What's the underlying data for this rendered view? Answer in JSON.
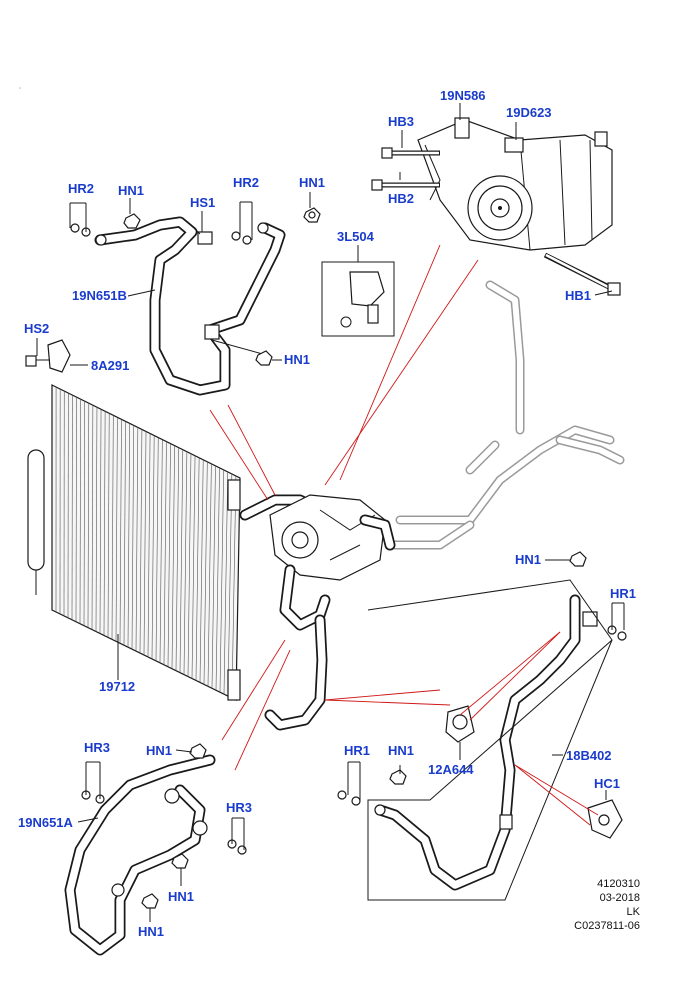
{
  "labels": {
    "l_19N586": "19N586",
    "l_19D623": "19D623",
    "l_HB3": "HB3",
    "l_HB2": "HB2",
    "l_HB1": "HB1",
    "l_3L504": "3L504",
    "l_HR2_a": "HR2",
    "l_HN1_a": "HN1",
    "l_HS1": "HS1",
    "l_HR2_b": "HR2",
    "l_HN1_b": "HN1",
    "l_19N651B": "19N651B",
    "l_HS2": "HS2",
    "l_8A291": "8A291",
    "l_HN1_c": "HN1",
    "l_19712": "19712",
    "l_HN1_d": "HN1",
    "l_HR1_a": "HR1",
    "l_HR3_a": "HR3",
    "l_HN1_e": "HN1",
    "l_HR1_b": "HR1",
    "l_HN1_f": "HN1",
    "l_12A644": "12A644",
    "l_18B402": "18B402",
    "l_HC1": "HC1",
    "l_19N651A": "19N651A",
    "l_HR3_b": "HR3",
    "l_HN1_g": "HN1",
    "l_HN1_h": "HN1"
  },
  "reference": {
    "number": "4120310",
    "date": "03-2018",
    "initials": "LK",
    "code": "C0237811-06"
  },
  "colors": {
    "label": "#1a3ccc",
    "leader_red": "#d01818",
    "line": "#1a1a1a"
  }
}
